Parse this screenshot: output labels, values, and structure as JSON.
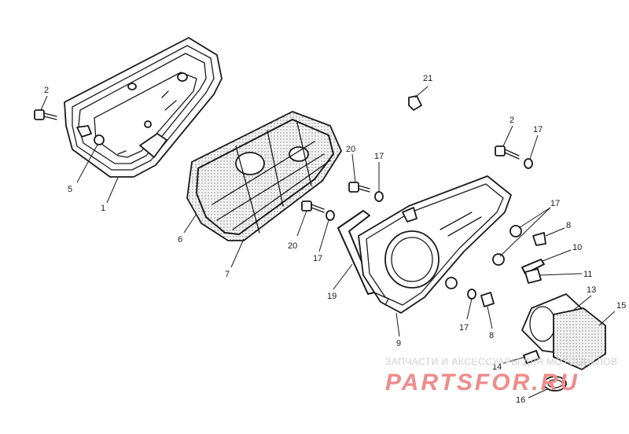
{
  "callouts": {
    "c1": "1",
    "c2a": "2",
    "c2b": "2",
    "c5": "5",
    "c6": "6",
    "c7": "7",
    "c8a": "8",
    "c8b": "8",
    "c9": "9",
    "c10": "10",
    "c11": "11",
    "c13": "13",
    "c14": "14",
    "c15": "15",
    "c16": "16",
    "c17a": "17",
    "c17b": "17",
    "c17c": "17",
    "c17d": "17",
    "c17e": "17",
    "c19": "19",
    "c20a": "20",
    "c20b": "20",
    "c21": "21"
  },
  "watermark": {
    "tagline": "ЗАПЧАСТИ И АКСЕССУАРЫ ДЛЯ МОТОЦИКЛОВ",
    "logo": "PARTSFOR.RU",
    "color": "#ef8b8b"
  }
}
